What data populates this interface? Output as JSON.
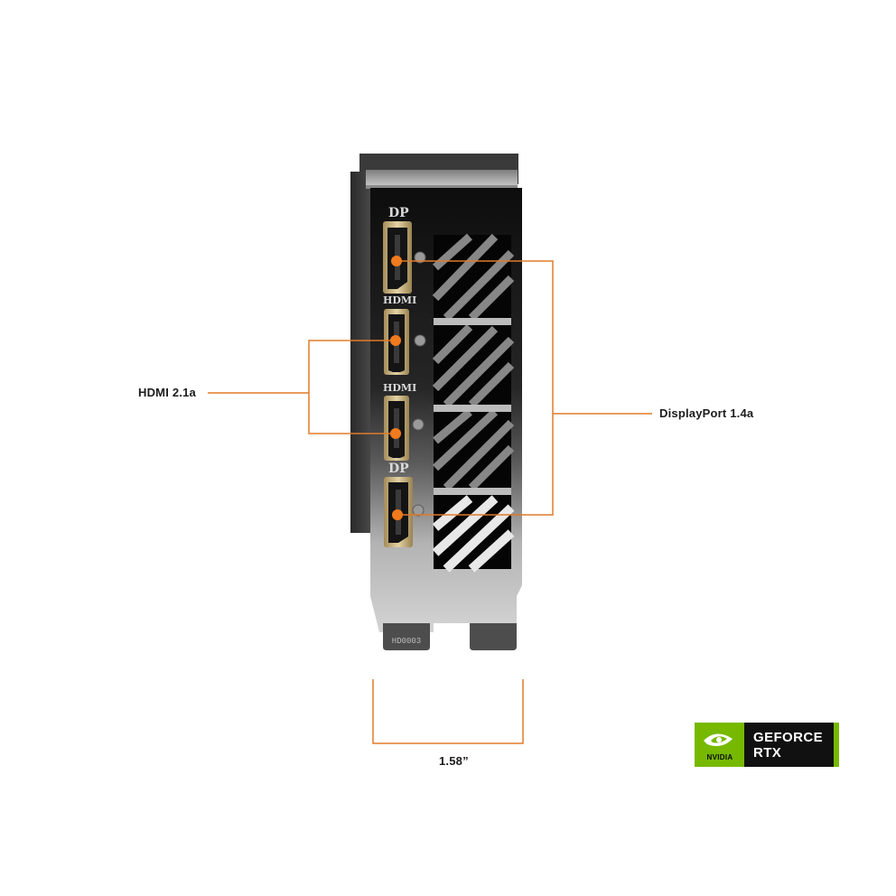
{
  "callouts": {
    "hdmi": "HDMI 2.1a",
    "displayport": "DisplayPort 1.4a",
    "width": "1.58”"
  },
  "port_silkscreen": [
    "DP",
    "HDMI",
    "HDMI",
    "DP"
  ],
  "bracket_code": "HD0003",
  "badge": {
    "brand": "NVIDIA",
    "line1": "GEFORCE",
    "line2": "RTX"
  },
  "colors": {
    "callout_line": "#e07b2a",
    "port_dot": "#f07a1e",
    "nvidia_green": "#76b900",
    "badge_dark": "#111111"
  },
  "icons": [
    "nvidia-eye-icon"
  ]
}
